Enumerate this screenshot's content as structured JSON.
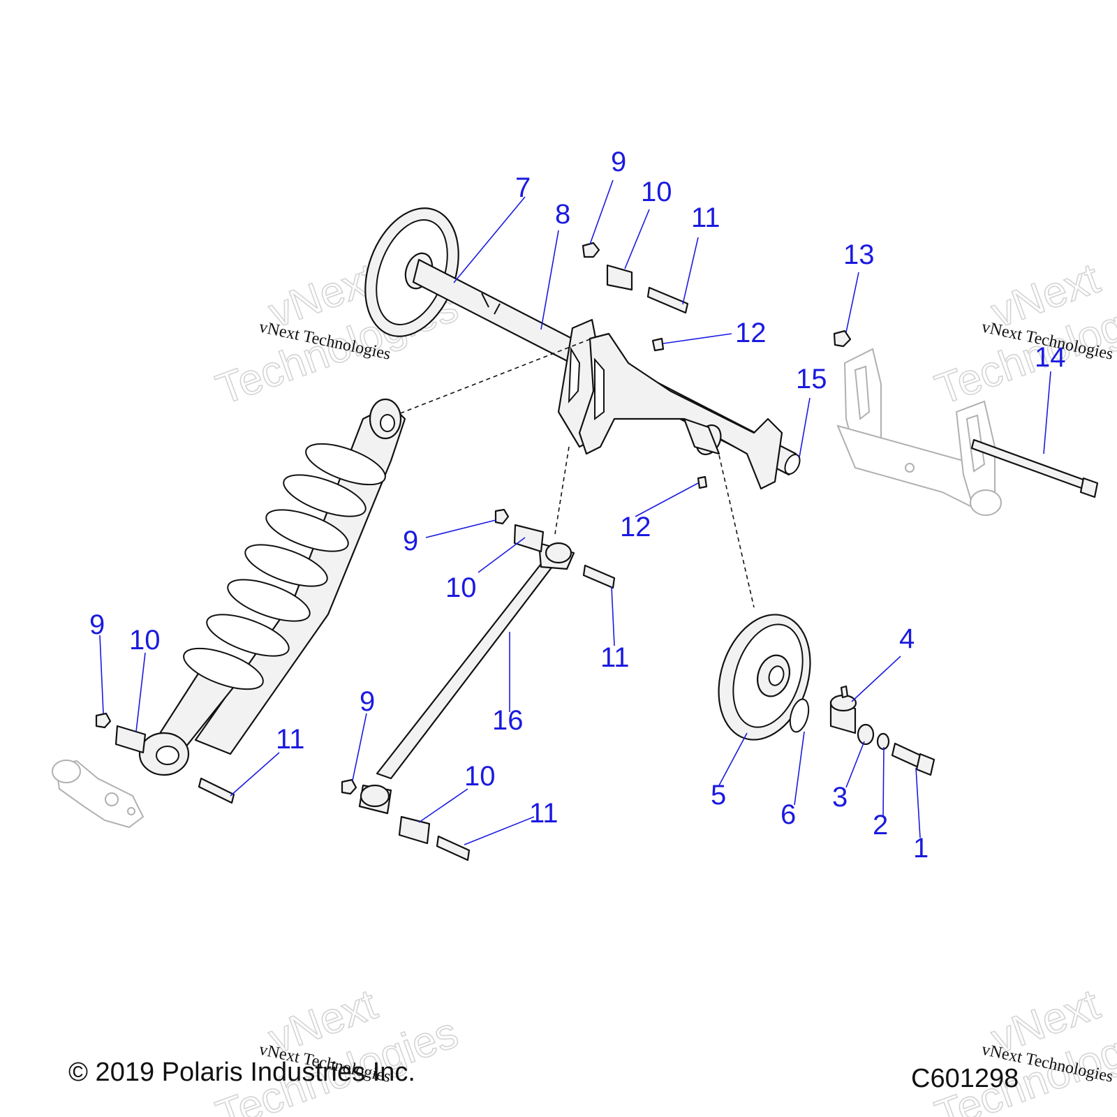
{
  "diagram": {
    "callouts": [
      {
        "id": "c7",
        "text": "7"
      },
      {
        "id": "c8",
        "text": "8"
      },
      {
        "id": "c9a",
        "text": "9"
      },
      {
        "id": "c10a",
        "text": "10"
      },
      {
        "id": "c11a",
        "text": "11"
      },
      {
        "id": "c12a",
        "text": "12"
      },
      {
        "id": "c13",
        "text": "13"
      },
      {
        "id": "c15",
        "text": "15"
      },
      {
        "id": "c14",
        "text": "14"
      },
      {
        "id": "c12b",
        "text": "12"
      },
      {
        "id": "c9b",
        "text": "9"
      },
      {
        "id": "c10b",
        "text": "10"
      },
      {
        "id": "c11b",
        "text": "11"
      },
      {
        "id": "c16",
        "text": "16"
      },
      {
        "id": "c9c",
        "text": "9"
      },
      {
        "id": "c10c",
        "text": "10"
      },
      {
        "id": "c11c",
        "text": "11"
      },
      {
        "id": "c9d",
        "text": "9"
      },
      {
        "id": "c10d",
        "text": "10"
      },
      {
        "id": "c11d",
        "text": "11"
      },
      {
        "id": "c5",
        "text": "5"
      },
      {
        "id": "c6",
        "text": "6"
      },
      {
        "id": "c3",
        "text": "3"
      },
      {
        "id": "c2",
        "text": "2"
      },
      {
        "id": "c1",
        "text": "1"
      },
      {
        "id": "c4",
        "text": "4"
      }
    ]
  },
  "watermark": {
    "line1": "vNext",
    "line2": "Technologies",
    "small": "vNext Technologies"
  },
  "footer": {
    "copyright": "© 2019 Polaris Industries Inc.",
    "code": "C601298"
  },
  "colors": {
    "callout": "#1a1ae0",
    "line": "#111111",
    "ghost": "#b0b0b0"
  }
}
